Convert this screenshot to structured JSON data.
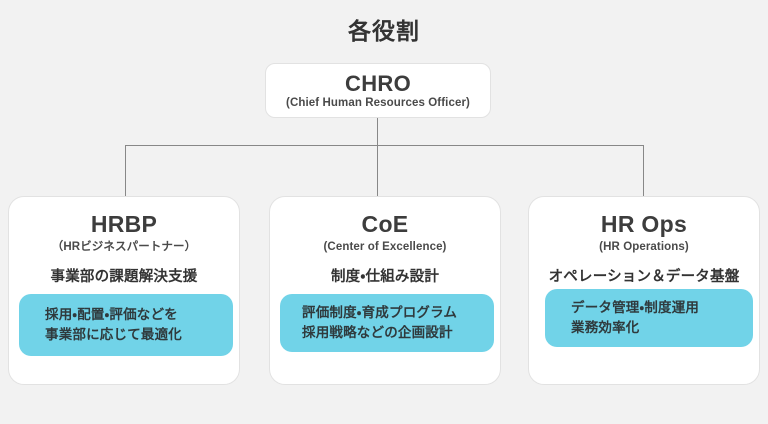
{
  "page": {
    "title": "各役割",
    "background_color": "#f2f2f2",
    "accent_color": "#71d3e8",
    "line_color": "#888888"
  },
  "chart_data": {
    "type": "diagram",
    "title": "各役割",
    "layout": "org-chart",
    "root": {
      "acronym": "CHRO",
      "full_name": "(Chief Human Resources Officer)"
    },
    "children": [
      {
        "acronym": "HRBP",
        "full_name": "（HRビジネスパートナー）",
        "summary": "事業部の課題解決支援",
        "highlight_lines": [
          "採用・配置・評価などを",
          "事業部に応じて最適化"
        ]
      },
      {
        "acronym": "CoE",
        "full_name": "(Center of Excellence)",
        "summary": "制度・仕組み設計",
        "highlight_lines": [
          "評価制度・育成プログラム",
          "採用戦略などの企画設計"
        ]
      },
      {
        "acronym": "HR Ops",
        "full_name": "(HR Operations)",
        "summary": "オペレーション＆データ基盤",
        "highlight_lines": [
          "データ管理・制度運用",
          "業務効率化"
        ]
      }
    ]
  }
}
